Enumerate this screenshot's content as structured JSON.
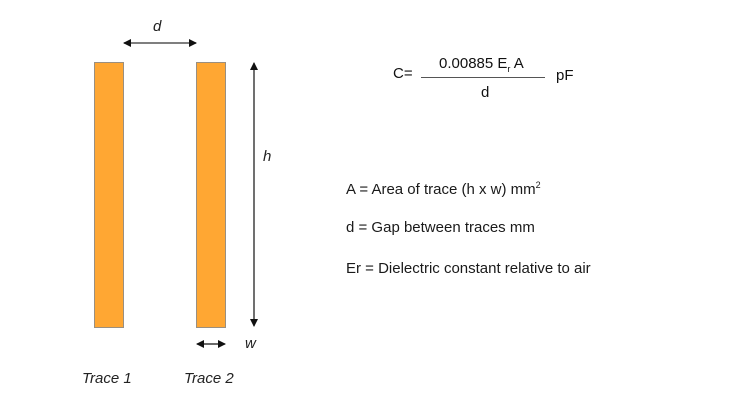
{
  "diagram": {
    "labels": {
      "gap": "d",
      "height": "h",
      "width": "w",
      "trace1": "Trace 1",
      "trace2": "Trace 2"
    },
    "colors": {
      "trace_fill": "#FFA733",
      "trace_border": "#9a8f80",
      "arrow": "#111111"
    }
  },
  "formula": {
    "lhs": "C=",
    "numerator_coeff": "0.00885 E",
    "numerator_sub": "r",
    "numerator_tail": " A",
    "denominator": "d",
    "unit": "pF"
  },
  "legend": {
    "area_text": "A = Area of trace (h x w) mm",
    "area_sup": "2",
    "gap_text": "d = Gap between traces mm",
    "er_text": "Er = Dielectric constant relative to air"
  }
}
